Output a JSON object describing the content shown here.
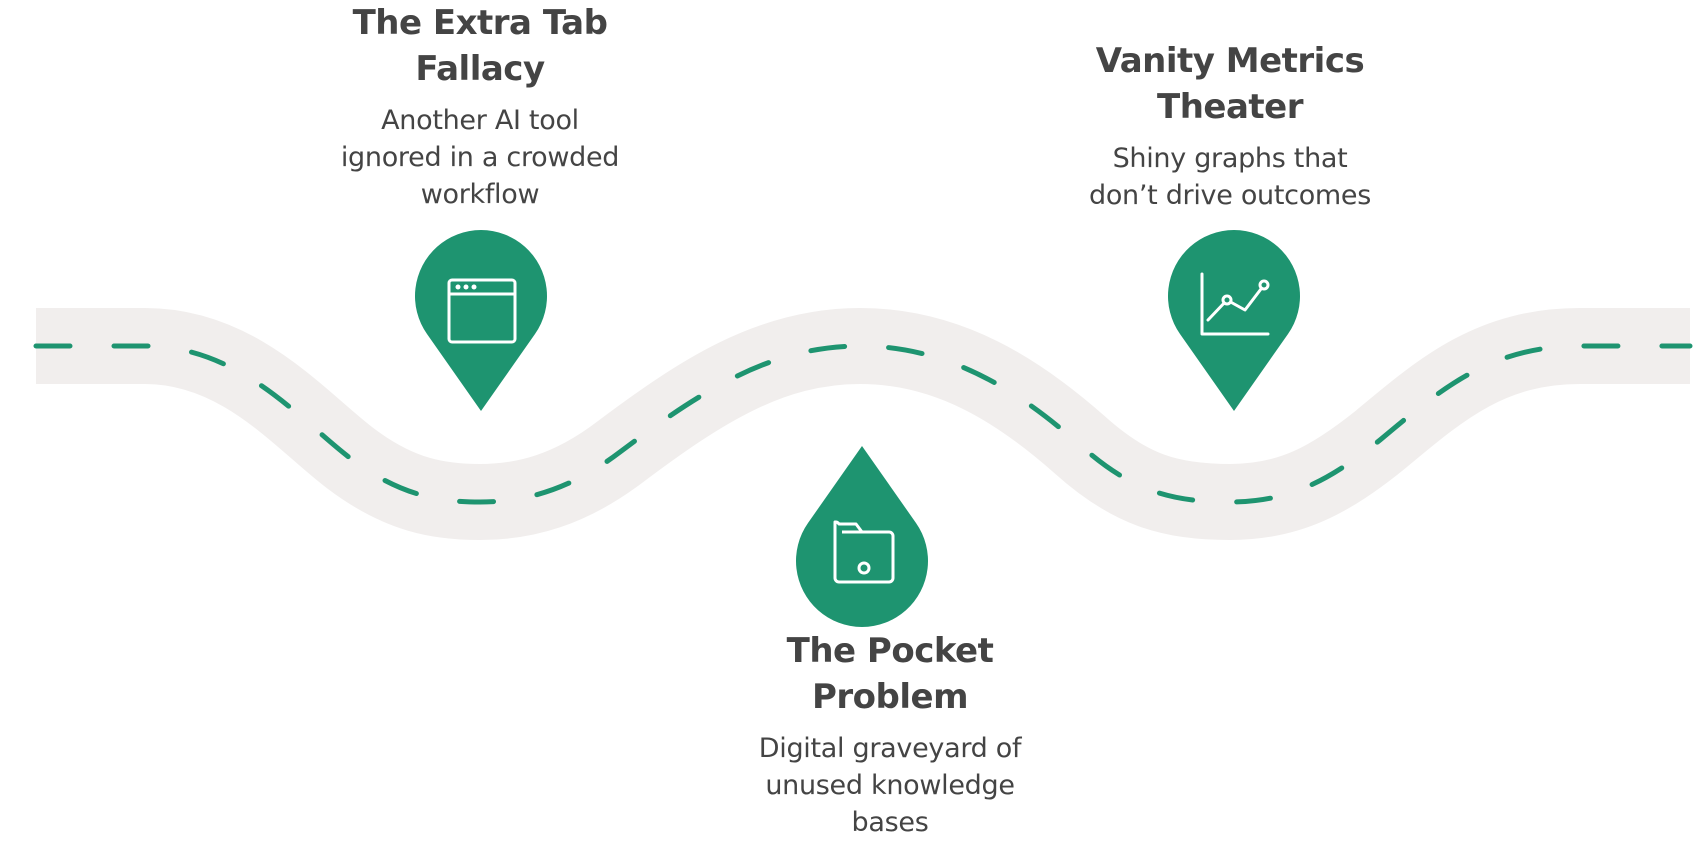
{
  "colors": {
    "road": "#f1eeed",
    "accent": "#1e9470",
    "icon_stroke": "#ffffff",
    "text": "#444444"
  },
  "milestones": [
    {
      "title_line1": "The Extra Tab",
      "title_line2": "Fallacy",
      "desc_line1": "Another AI tool",
      "desc_line2": "ignored in a crowded",
      "desc_line3": "workflow",
      "icon": "browser-window-icon"
    },
    {
      "title_line1": "Vanity Metrics",
      "title_line2": "Theater",
      "desc_line1": "Shiny graphs that",
      "desc_line2": "don’t drive outcomes",
      "icon": "line-chart-icon"
    },
    {
      "title_line1": "The Pocket",
      "title_line2": "Problem",
      "desc_line1": "Digital graveyard of",
      "desc_line2": "unused knowledge",
      "desc_line3": "bases",
      "icon": "folder-icon"
    }
  ]
}
